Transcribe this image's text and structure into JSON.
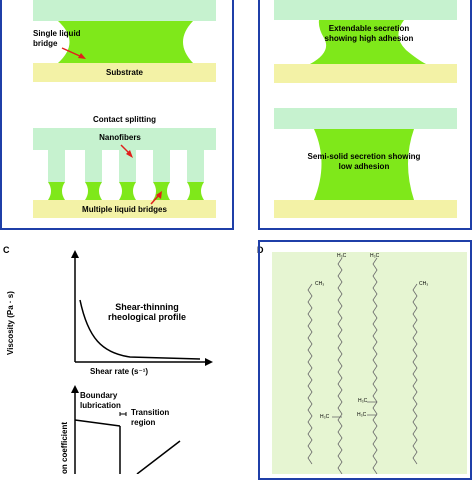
{
  "panel_a": {
    "single_bridge_label": "Single liquid bridge",
    "substrate_label": "Substrate",
    "contact_splitting_label": "Contact splitting",
    "nanofibers_label": "Nanofibers",
    "multiple_bridges_label": "Multiple liquid bridges"
  },
  "panel_b": {
    "extendable_label": "Extendable secretion showing high adhesion",
    "semisolid_label": "Semi-solid secretion showing low adhesion"
  },
  "panel_c": {
    "letter": "C",
    "viscosity_axis": "Viscosity (Pa · s)",
    "shear_rate_axis": "Shear rate (s⁻¹)",
    "curve_label": "Shear-thinning rheological profile",
    "boundary_label": "Boundary lubrication",
    "transition_label": "Transition region",
    "friction_axis": "on coefficient"
  },
  "panel_d": {
    "letter": "D",
    "chain_labels": [
      "CH₃",
      "H₃C",
      "H₃C",
      "CH₃"
    ],
    "mid_labels": [
      "H₃C",
      "H₃C",
      "H₃C"
    ]
  },
  "colors": {
    "frame": "#1f3fa8",
    "liquid": "#7fe81a",
    "plate": "#c6f2cf",
    "substrate": "#f3f2a6",
    "panel_d_bg": "#e6f5d2"
  }
}
